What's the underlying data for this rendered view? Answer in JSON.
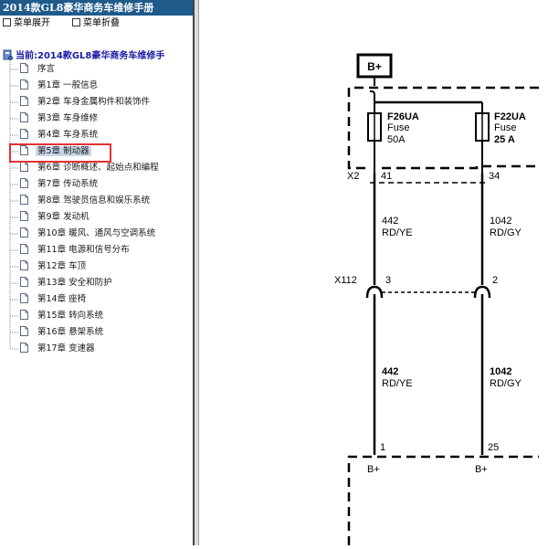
{
  "window": {
    "title": "2014款GL8豪华商务车维修手册"
  },
  "menu": {
    "expand_label": "菜单展开",
    "collapse_label": "菜单折叠"
  },
  "tree": {
    "root_label": "当前:2014款GL8豪华商务车维修手",
    "items": [
      {
        "label": "序言"
      },
      {
        "label": "第1章 一般信息"
      },
      {
        "label": "第2章 车身金属构件和装饰件"
      },
      {
        "label": "第3章 车身维修"
      },
      {
        "label": "第4章 车身系统"
      },
      {
        "label": "第5章 制动器",
        "selected": true
      },
      {
        "label": "第6章 诊断概述、起始点和编程"
      },
      {
        "label": "第7章 传动系统"
      },
      {
        "label": "第8章 驾驶员信息和娱乐系统"
      },
      {
        "label": "第9章 发动机"
      },
      {
        "label": "第10章 暖风、通风与空调系统"
      },
      {
        "label": "第11章 电源和信号分布"
      },
      {
        "label": "第12章 车顶"
      },
      {
        "label": "第13章 安全和防护"
      },
      {
        "label": "第14章 座椅"
      },
      {
        "label": "第15章 转向系统"
      },
      {
        "label": "第16章 悬架系统"
      },
      {
        "label": "第17章 变速器"
      }
    ]
  },
  "diagram": {
    "power_label": "B+",
    "fuse_left": {
      "id": "F26UA",
      "type": "Fuse",
      "rating": "50A"
    },
    "fuse_right": {
      "id": "F22UA",
      "type": "Fuse",
      "rating": "25 A"
    },
    "connector_x2": {
      "name": "X2",
      "pin_left": "41",
      "pin_right": "34"
    },
    "wire_left_upper": {
      "circuit": "442",
      "color": "RD/YE"
    },
    "wire_right_upper": {
      "circuit": "1042",
      "color": "RD/GY"
    },
    "connector_x112": {
      "name": "X112",
      "pin_left": "3",
      "pin_right": "2"
    },
    "wire_left_lower": {
      "circuit": "442",
      "color": "RD/YE"
    },
    "wire_right_lower": {
      "circuit": "1042",
      "color": "RD/GY"
    },
    "bottom_pin_left": "1",
    "bottom_pin_right": "25",
    "bottom_label_left": "B+",
    "bottom_label_right": "B+"
  }
}
